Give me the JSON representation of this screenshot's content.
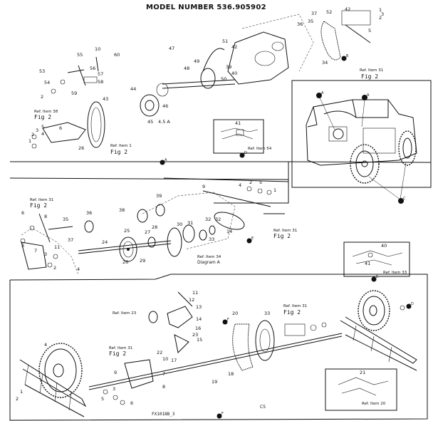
{
  "title": "MODEL NUMBER 536.905902",
  "footer_code": "FX1018B_3",
  "footer_mark": "C5",
  "callouts": [
    "A",
    "B",
    "C",
    "D",
    "E",
    "F"
  ],
  "ref_labels": {
    "item31_top": "Ref. Item 31",
    "item38": "Ref. Item 38",
    "item1": "Ref. Item 1",
    "item54": "Ref. Item 54",
    "item31_mid_left": "Ref. Item 31",
    "item31_mid_right": "Ref. Item 31",
    "item34_diagram": "Ref. Item 34",
    "item33": "Ref. Item 33",
    "item23": "Ref. Item 23",
    "item31_bottom_left": "Ref. Item 31",
    "item31_bottom_right": "Ref. Item 31",
    "item20": "Ref. Item 20"
  },
  "fig_labels": {
    "top_right": "Fig 2",
    "top_left": "Fig 2",
    "top_mid": "Fig 2",
    "mid_left": "Fig 2",
    "mid_right": "Fig 2",
    "bottom_left": "Fig 2",
    "bottom_right": "Fig 2"
  },
  "diagram_caption": "Diagram A",
  "part_numbers": {
    "top": [
      "1",
      "2",
      "3",
      "5",
      "37",
      "52",
      "36",
      "35",
      "34",
      "42",
      "51",
      "47",
      "48",
      "49",
      "50",
      "39",
      "40",
      "46",
      "45",
      "4.5 A",
      "44",
      "43",
      "41",
      "42",
      "53",
      "54",
      "55",
      "10",
      "60",
      "56",
      "57",
      "58",
      "59",
      "26",
      "1",
      "2",
      "3",
      "4",
      "5",
      "6",
      "2"
    ],
    "middle": [
      "1",
      "2",
      "4",
      "6",
      "8",
      "9",
      "5",
      "3",
      "7",
      "35",
      "36",
      "37",
      "24",
      "25",
      "26",
      "27",
      "28",
      "29",
      "30",
      "31",
      "32",
      "33",
      "38",
      "39",
      "40",
      "41",
      "32",
      "14",
      "3",
      "2",
      "4",
      "11"
    ],
    "bottom": [
      "1",
      "2",
      "3",
      "4",
      "5",
      "6",
      "7",
      "8",
      "9",
      "10",
      "11",
      "12",
      "13",
      "14",
      "15",
      "16",
      "17",
      "18",
      "19",
      "20",
      "21",
      "22",
      "23",
      "33"
    ]
  }
}
